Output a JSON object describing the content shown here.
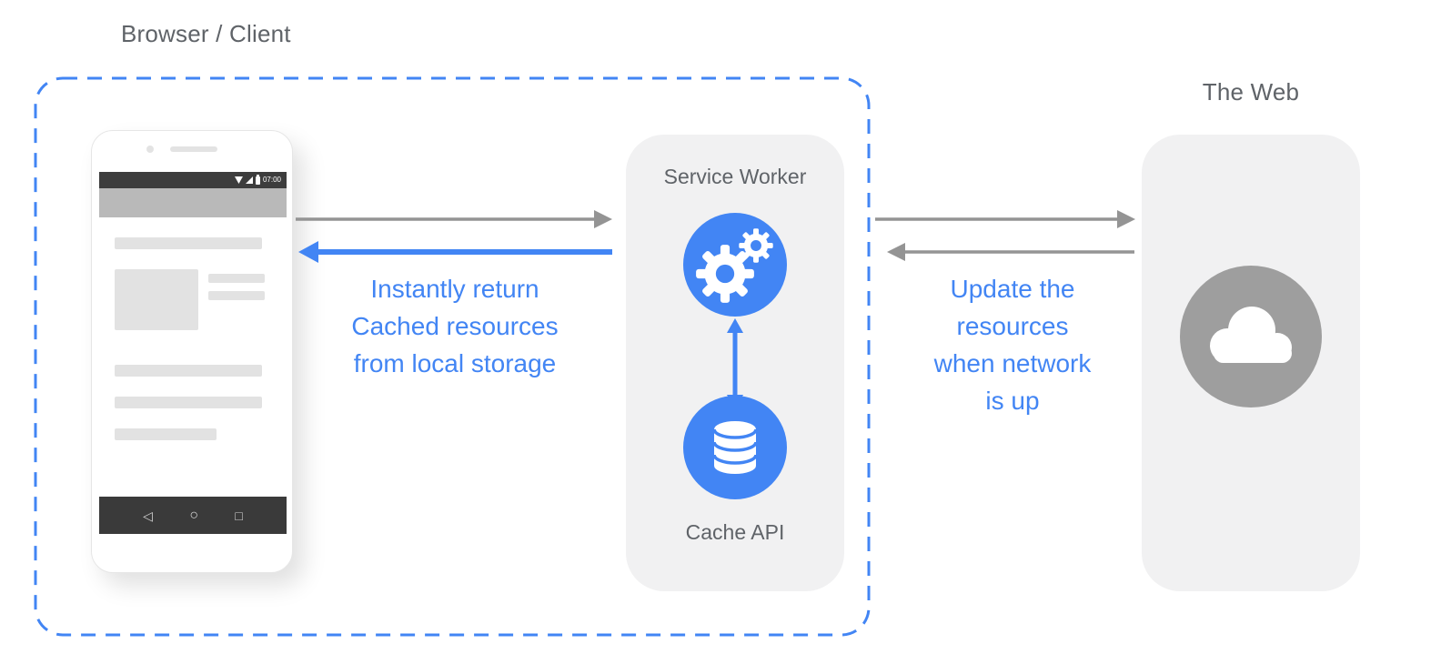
{
  "diagram": {
    "browser_client": {
      "title": "Browser / Client"
    },
    "phone": {
      "status_time": "07:00",
      "nav": {
        "back_glyph": "◁",
        "home_glyph": "○",
        "recents_glyph": "□"
      }
    },
    "service_worker": {
      "title": "Service Worker",
      "cache_label": "Cache API"
    },
    "web": {
      "title": "The Web"
    },
    "annotations": {
      "cache_flow": {
        "lines": [
          "Instantly return",
          "Cached resources",
          "from local storage"
        ]
      },
      "network_flow": {
        "lines": [
          "Update the",
          "resources",
          "when network",
          "is up"
        ]
      }
    },
    "colors": {
      "accent_blue": "#4285f4",
      "arrow_gray": "#949494",
      "panel_bg": "#f1f1f2",
      "text_gray": "#5f6368",
      "web_circle_gray": "#9e9e9e"
    }
  }
}
